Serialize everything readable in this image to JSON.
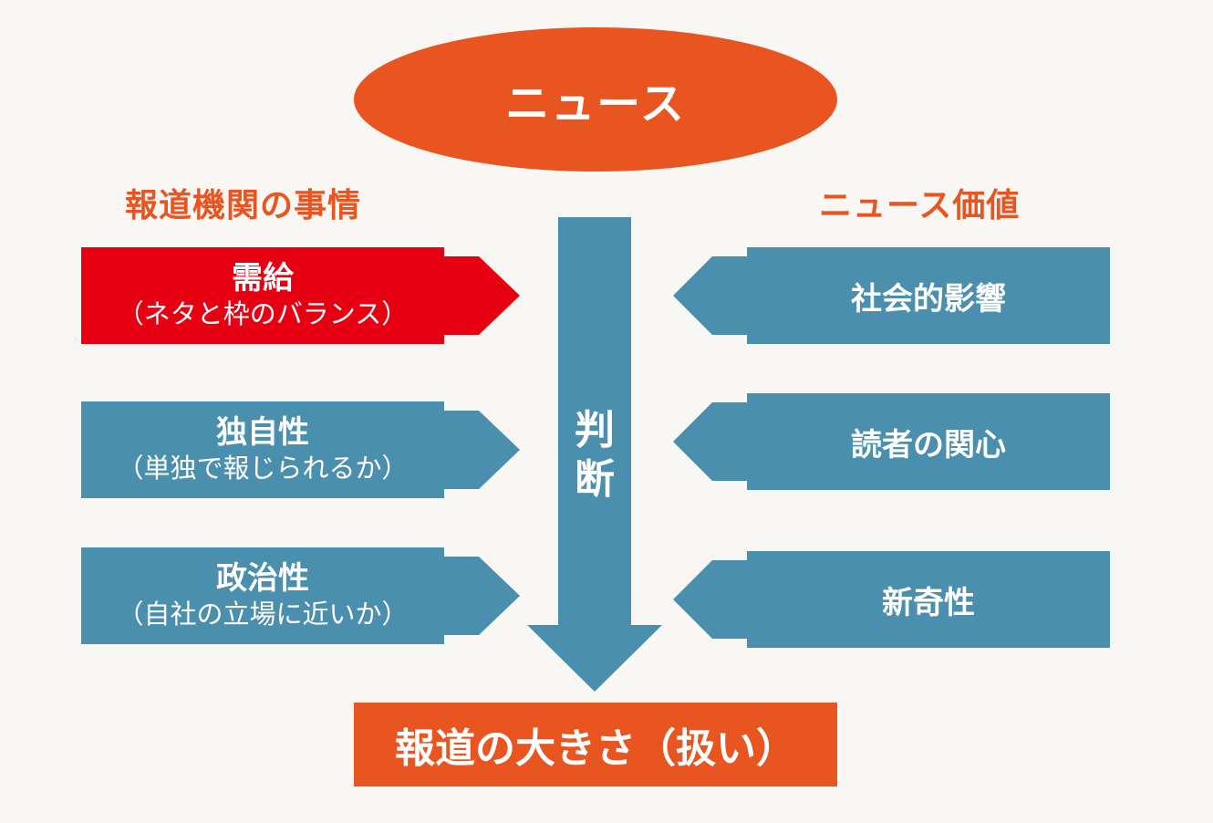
{
  "top": {
    "label": "ニュース"
  },
  "left_heading": "報道機関の事情",
  "right_heading": "ニュース価値",
  "left_items": [
    {
      "title": "需給",
      "subtitle": "（ネタと枠のバランス）",
      "color": "#e60012"
    },
    {
      "title": "独自性",
      "subtitle": "（単独で報じられるか）",
      "color": "#4a90ae"
    },
    {
      "title": "政治性",
      "subtitle": "（自社の立場に近いか）",
      "color": "#4a90ae"
    }
  ],
  "right_items": [
    {
      "label": "社会的影響"
    },
    {
      "label": "読者の関心"
    },
    {
      "label": "新奇性"
    }
  ],
  "center_arrow": {
    "label_line1": "判",
    "label_line2": "断"
  },
  "result": {
    "label": "報道の大きさ（扱い）"
  },
  "colors": {
    "orange": "#e85520",
    "blue": "#4a90ae",
    "red": "#e60012",
    "background": "#f8f7f4"
  }
}
